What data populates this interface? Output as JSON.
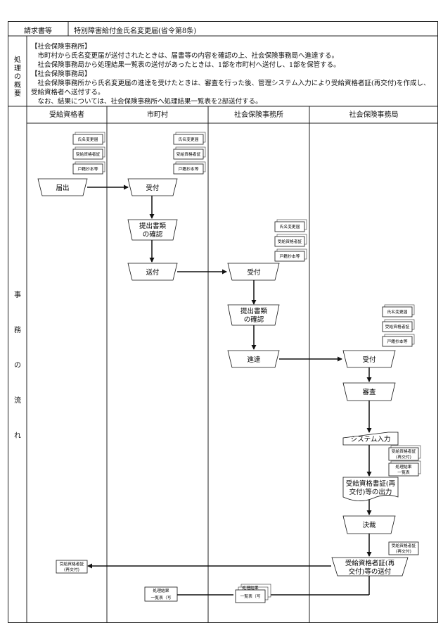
{
  "header": {
    "request_label": "請求書等",
    "request_value": "特別障害給付金氏名変更届(省令第8条)"
  },
  "summary": {
    "label_chars": [
      "処",
      "理",
      "の",
      "概",
      "要"
    ],
    "lines": [
      "【社会保険事務所】",
      "　市町村から氏名変更届が送付されたときは、届書等の内容を確認の上、社会保険事務局へ進達する。",
      "　社会保険事務局から処理結果一覧表の送付があったときは、1部を市町村へ送付し、1部を保管する。",
      "【社会保険事務局】",
      "　社会保険事務所から氏名変更届の進達を受けたときは、審査を行った後、管理システム入力により受給資格者証(再交付)を作成し、",
      "受給資格者へ送付する。",
      "　なお、結果については、社会保険事務所へ処理結果一覧表を2部送付する。"
    ]
  },
  "flow": {
    "label_chars": [
      "事",
      "務",
      "の",
      "流",
      "れ"
    ],
    "columns": [
      "受給資格者",
      "市町村",
      "社会保険事務所",
      "社会保険事務局"
    ],
    "docs": {
      "name_change": "氏名変更届",
      "certificate": "受給資格者証",
      "koseki": "戸籍抄本等",
      "cert_reissue_1": "受給資格者証",
      "cert_reissue_2": "(再交付)",
      "result_list_1": "処理結果",
      "result_list_2": "一覧表",
      "result_list_copy_2": "一覧表（写"
    },
    "nodes": {
      "submit": "届出",
      "receive_city": "受付",
      "check_city_1": "提出書類",
      "check_city_2": "の確認",
      "send_city": "送付",
      "receive_office": "受付",
      "check_office_1": "提出書類",
      "check_office_2": "の確認",
      "forward": "進達",
      "receive_bureau": "受付",
      "review": "審査",
      "system_input": "システム入力",
      "output_1": "受給資格書証(再",
      "output_2": "交付)等の出力",
      "approve": "決裁",
      "send_bureau_1": "受給資格者証(再",
      "send_bureau_2": "交付)等の送付"
    }
  }
}
